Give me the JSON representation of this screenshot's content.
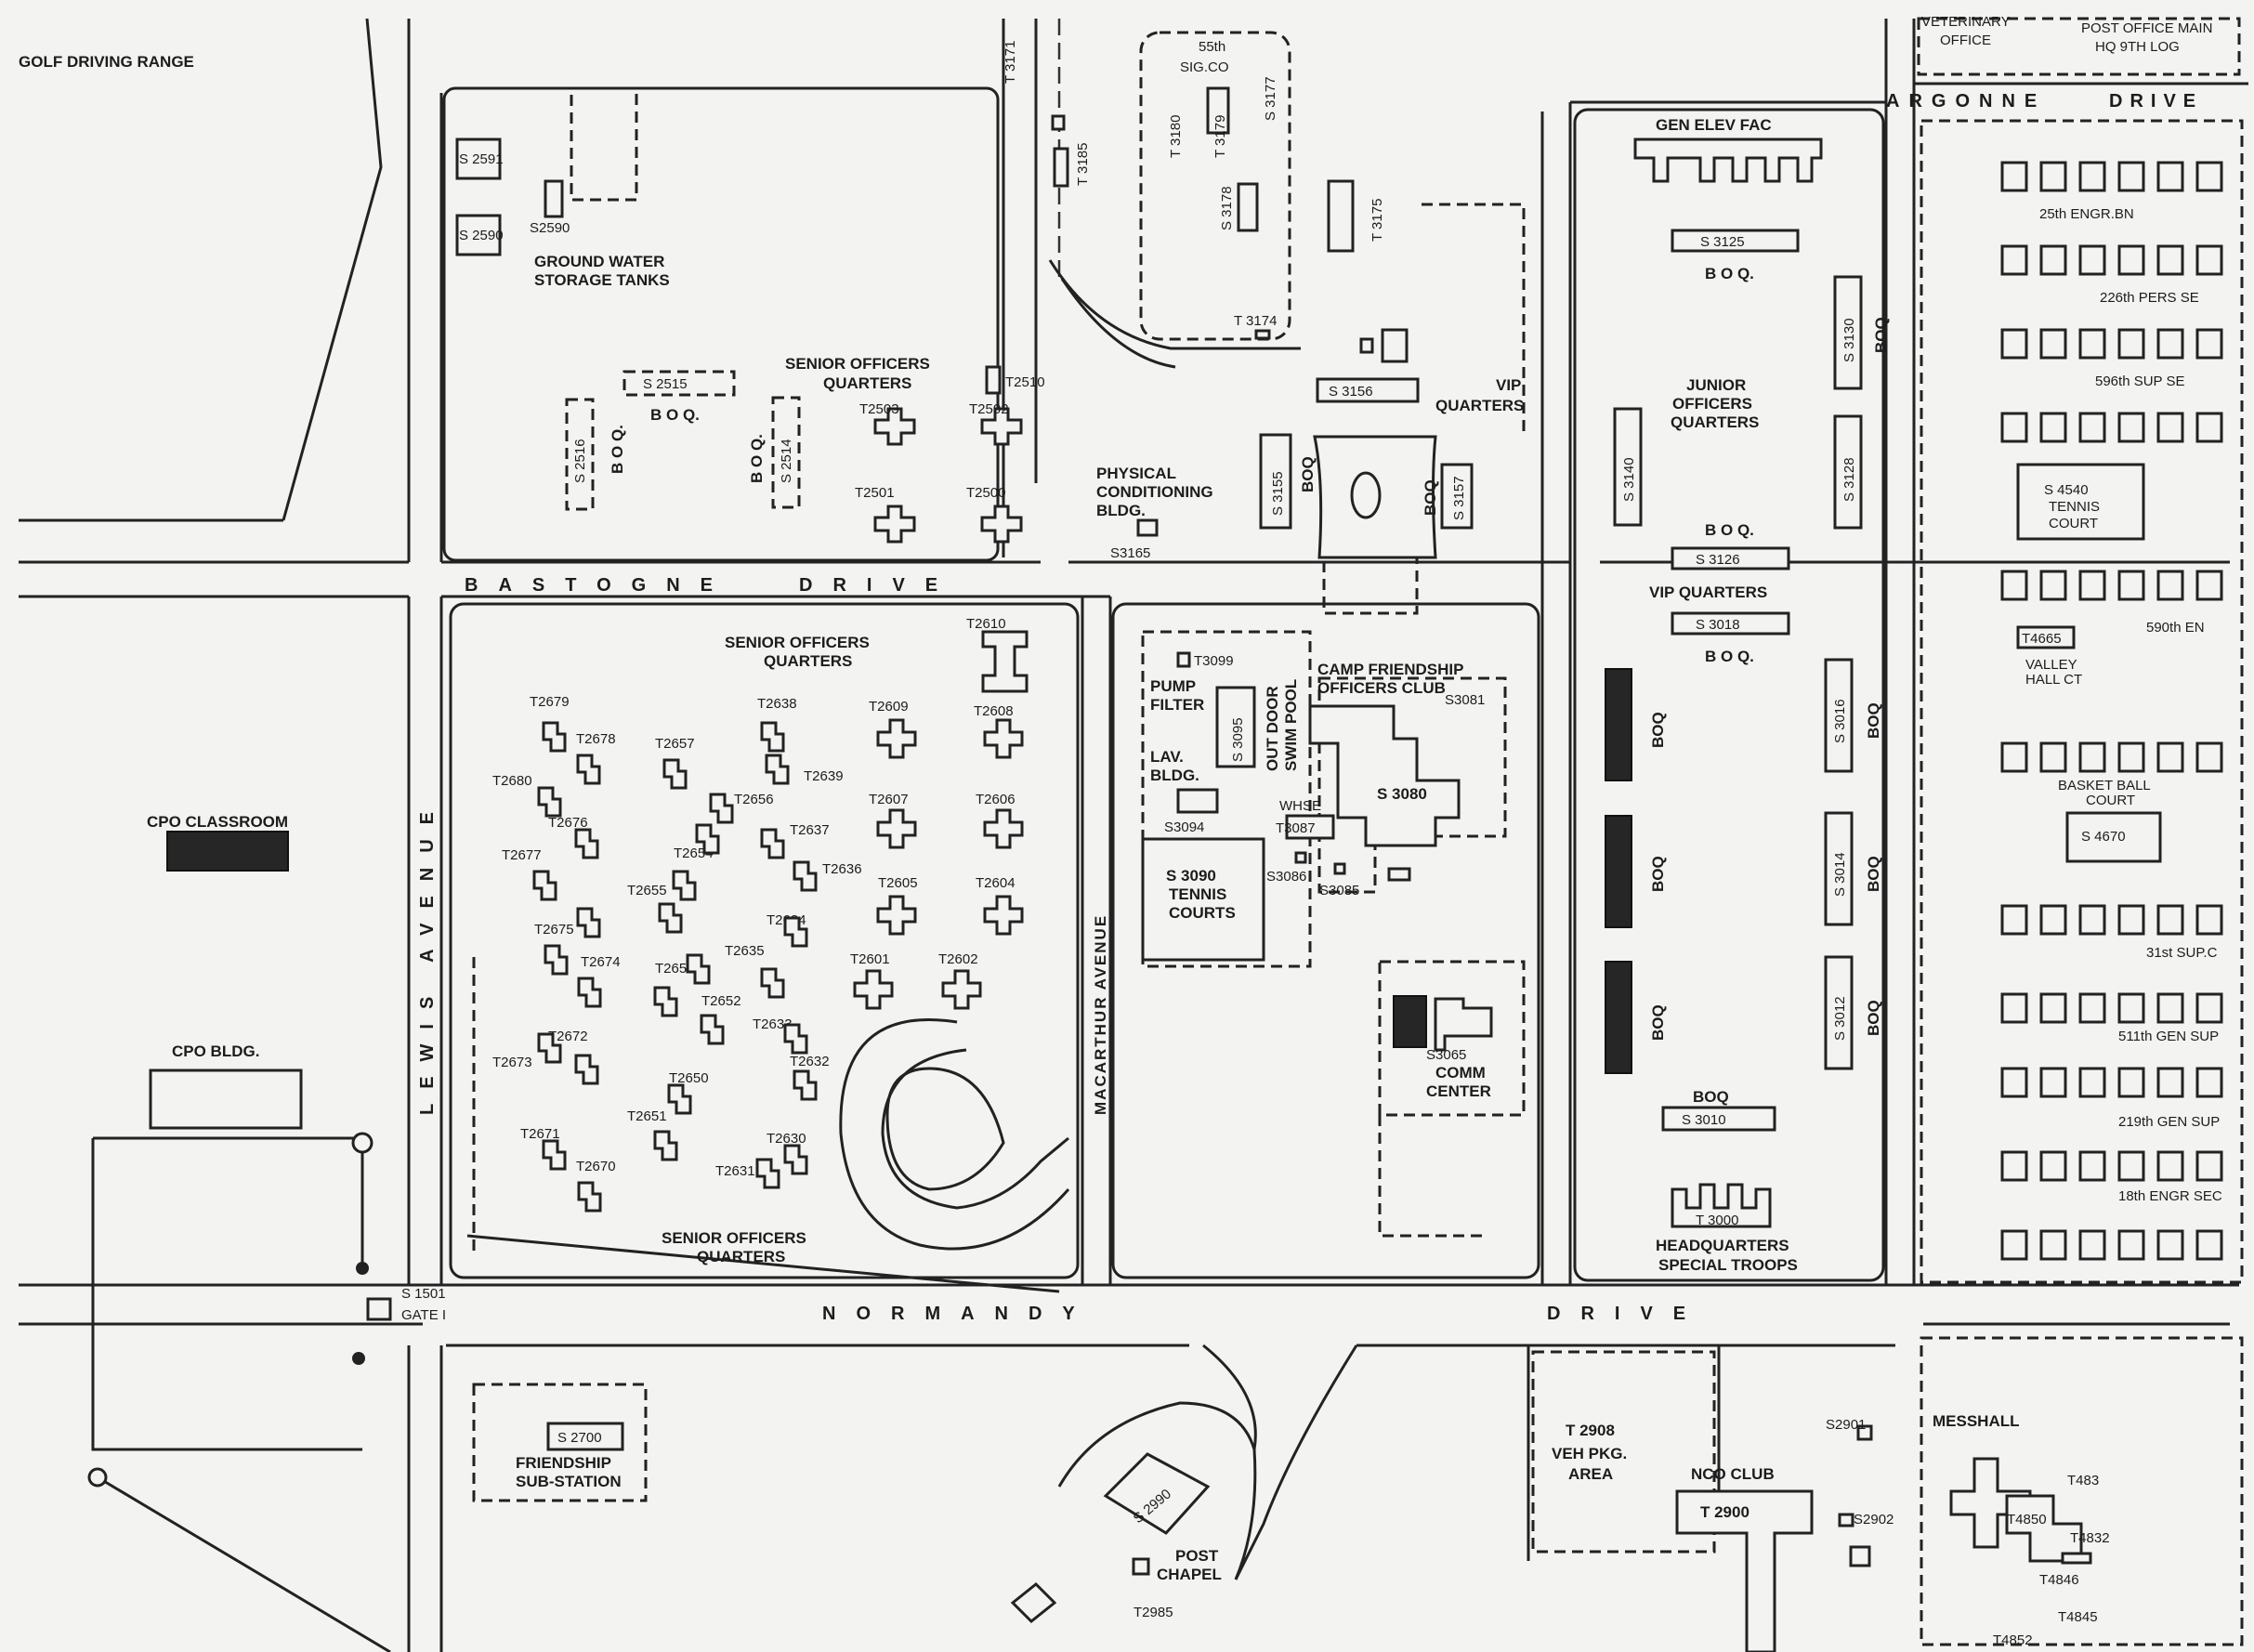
{
  "roads": {
    "bastogne": [
      "BASTOGNE",
      "DRIVE"
    ],
    "lewis": "LEWIS AVENUE",
    "macarthur": "MACARTHUR AVENUE",
    "normandy": [
      "NORMANDY",
      "DRIVE"
    ],
    "argonne": [
      "ARGONNE",
      "DRIVE"
    ],
    "golf_range": "GOLF DRIVING RANGE"
  },
  "labels": {
    "ground_water": [
      "GROUND WATER",
      "STORAGE TANKS"
    ],
    "senior_officers_top": [
      "SENIOR OFFICERS",
      "QUARTERS"
    ],
    "senior_officers_mid": [
      "SENIOR OFFICERS",
      "QUARTERS"
    ],
    "senior_officers_bottom": [
      "SENIOR OFFICERS",
      "QUARTERS"
    ],
    "physical_conditioning": [
      "PHYSICAL",
      "CONDITIONING",
      "BLDG."
    ],
    "vip_quarters_right": [
      "VIP",
      "QUARTERS"
    ],
    "vip_quarters": "VIP QUARTERS",
    "junior_officers": [
      "JUNIOR",
      "OFFICERS",
      "QUARTERS"
    ],
    "camp_friendship": [
      "CAMP FRIENDSHIP",
      "OFFICERS CLUB"
    ],
    "pump_filter": [
      "PUMP",
      "FILTER"
    ],
    "lav_bldg": [
      "LAV.",
      "BLDG."
    ],
    "outdoor_swim_pool": [
      "OUT DOOR",
      "SWIM POOL"
    ],
    "tennis_courts": [
      "TENNIS",
      "COURTS"
    ],
    "whse": "WHSE",
    "comm_center": [
      "COMM",
      "CENTER"
    ],
    "cpo_classroom": "CPO CLASSROOM",
    "cpo_bldg": "CPO BLDG.",
    "gate": "GATE I",
    "friendship_substation": [
      "FRIENDSHIP",
      "SUB-STATION"
    ],
    "post_chapel": [
      "POST",
      "CHAPEL"
    ],
    "veh_pkg": [
      "VEH PKG.",
      "AREA"
    ],
    "nco_club": "NCO CLUB",
    "messhall": "MESSHALL",
    "hq_special_troops": [
      "HEADQUARTERS",
      "SPECIAL TROOPS"
    ],
    "gen_elev_fac": "GEN ELEV FAC",
    "boq": "B O Q.",
    "boq_short": "BOQ",
    "veterinary": [
      "VETERINARY",
      "OFFICE"
    ],
    "post_office": [
      "POST OFFICE MAIN",
      "HQ 9TH LOG"
    ],
    "sig_co": [
      "55th",
      "SIG.CO"
    ],
    "tennis_court_right": [
      "TENNIS",
      "COURT"
    ],
    "basket_ball": [
      "BASKET BALL",
      "COURT"
    ],
    "valley_hall": [
      "VALLEY",
      "HALL CT"
    ],
    "units_right": [
      "25th ENGR.BN",
      "226th PERS SE",
      "596th SUP SE",
      "590th EN",
      "31st SUP.C",
      "511th GEN SUP",
      "219th GEN SUP",
      "18th ENGR SEC"
    ]
  },
  "building_ids": {
    "S2591": "S 2591",
    "S2590": "S 2590",
    "S2590b": "S2590",
    "S2515": "S 2515",
    "S2516": "S 2516",
    "S2514": "S 2514",
    "T2503": "T2503",
    "T2502": "T2502",
    "T2501": "T2501",
    "T2500": "T2500",
    "T2510": "T2510",
    "S3165": "S3165",
    "S3155": "S 3155",
    "S3157": "S 3157",
    "S3156": "S 3156",
    "T3171": "T 3171",
    "T3185": "T 3185",
    "T3180": "T 3180",
    "T3179": "T 3179",
    "S3177": "S 3177",
    "S3178": "S 3178",
    "T3175": "T 3175",
    "T3174": "T 3174",
    "S3125": "S 3125",
    "S3130": "S 3130",
    "S3140": "S 3140",
    "S3128": "S 3128",
    "S3126": "S 3126",
    "S3018": "S 3018",
    "S3016": "S 3016",
    "S3014": "S 3014",
    "S3012": "S 3012",
    "S3010": "S 3010",
    "T3000": "T 3000",
    "T2610": "T2610",
    "T2608": "T2608",
    "T2609": "T2609",
    "T2607": "T2607",
    "T2606": "T2606",
    "T2605": "T2605",
    "T2604": "T2604",
    "T2601": "T2601",
    "T2602": "T2602",
    "T2679": "T2679",
    "T2678": "T2678",
    "T2680": "T2680",
    "T2676": "T2676",
    "T2677": "T2677",
    "T2675": "T2675",
    "T2674": "T2674",
    "T2673": "T2673",
    "T2672": "T2672",
    "T2671": "T2671",
    "T2670": "T2670",
    "T2657": "T2657",
    "T2656": "T2656",
    "T2654": "T2654",
    "T2655": "T2655",
    "T2653": "T2653",
    "T2652": "T2652",
    "T2650": "T2650",
    "T2651": "T2651",
    "T2638": "T2638",
    "T2639": "T2639",
    "T2637": "T2637",
    "T2636": "T2636",
    "T2634": "T2634",
    "T2635": "T2635",
    "T2633": "T2633",
    "T2632": "T2632",
    "T2630": "T2630",
    "T2631": "T2631",
    "T3099": "T3099",
    "S3095": "S 3095",
    "S3094": "S3094",
    "S3090": "S 3090",
    "T3087": "T3087",
    "S3086": "S3086",
    "S3085": "S3085",
    "S3080": "S 3080",
    "S3081": "S3081",
    "S3065": "S3065",
    "S1501": "S 1501",
    "S2700": "S 2700",
    "S2990": "S 2990",
    "T2985": "T2985",
    "T2908": "T 2908",
    "T2900": "T 2900",
    "S2902": "S2902",
    "S2901": "S2901",
    "S4540": "S 4540",
    "S4670": "S 4670",
    "T4665": "T4665",
    "T4850": "T4850",
    "T4832": "T4832",
    "T4846": "T4846",
    "T4845": "T4845",
    "T4852": "T4852",
    "T4831": "T483"
  },
  "colors": {
    "paper": "#f3f3f1",
    "ink": "#222222",
    "fill_dark": "#262626"
  }
}
